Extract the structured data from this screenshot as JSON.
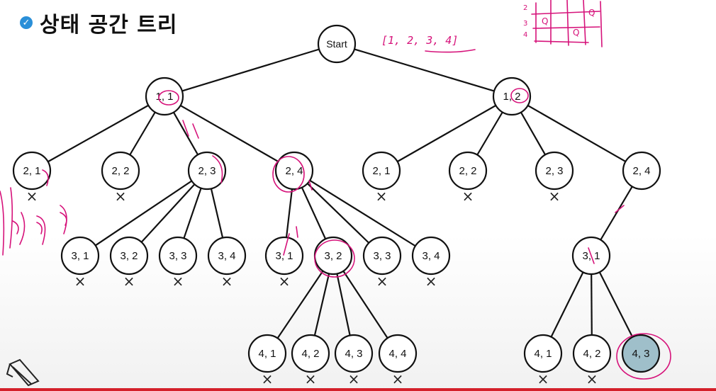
{
  "title": "상태 공간 트리",
  "colors": {
    "edge": "#111111",
    "node_fill": "#ffffff",
    "highlight_fill": "#9fbfca",
    "annotation": "#d6127a",
    "title_icon": "#2a8fd8"
  },
  "tree": {
    "nodes": [
      {
        "id": "root",
        "label": "Start"
      },
      {
        "id": "a1",
        "label": "1, 1"
      },
      {
        "id": "a2",
        "label": "1, 2"
      },
      {
        "id": "b1",
        "label": "2, 1",
        "pruned": true
      },
      {
        "id": "b2",
        "label": "2, 2",
        "pruned": true
      },
      {
        "id": "b3",
        "label": "2, 3"
      },
      {
        "id": "b4",
        "label": "2, 4"
      },
      {
        "id": "b5",
        "label": "2, 1",
        "pruned": true
      },
      {
        "id": "b6",
        "label": "2, 2",
        "pruned": true
      },
      {
        "id": "b7",
        "label": "2, 3",
        "pruned": true
      },
      {
        "id": "b8",
        "label": "2, 4"
      },
      {
        "id": "c1",
        "label": "3, 1",
        "pruned": true
      },
      {
        "id": "c2",
        "label": "3, 2",
        "pruned": true
      },
      {
        "id": "c3",
        "label": "3, 3",
        "pruned": true
      },
      {
        "id": "c4",
        "label": "3, 4",
        "pruned": true
      },
      {
        "id": "c5",
        "label": "3, 1",
        "pruned": true
      },
      {
        "id": "c6",
        "label": "3, 2"
      },
      {
        "id": "c7",
        "label": "3, 3",
        "pruned": true
      },
      {
        "id": "c8",
        "label": "3, 4",
        "pruned": true
      },
      {
        "id": "c9",
        "label": "3, 1"
      },
      {
        "id": "d1",
        "label": "4, 1",
        "pruned": true
      },
      {
        "id": "d2",
        "label": "4, 2",
        "pruned": true
      },
      {
        "id": "d3",
        "label": "4, 3",
        "pruned": true
      },
      {
        "id": "d4",
        "label": "4, 4",
        "pruned": true
      },
      {
        "id": "d5",
        "label": "4, 1",
        "pruned": true
      },
      {
        "id": "d6",
        "label": "4, 2",
        "pruned": true
      },
      {
        "id": "d7",
        "label": "4, 3",
        "highlight": true
      }
    ],
    "edges": [
      [
        "root",
        "a1"
      ],
      [
        "root",
        "a2"
      ],
      [
        "a1",
        "b1"
      ],
      [
        "a1",
        "b2"
      ],
      [
        "a1",
        "b3"
      ],
      [
        "a1",
        "b4"
      ],
      [
        "a2",
        "b5"
      ],
      [
        "a2",
        "b6"
      ],
      [
        "a2",
        "b7"
      ],
      [
        "a2",
        "b8"
      ],
      [
        "b3",
        "c1"
      ],
      [
        "b3",
        "c2"
      ],
      [
        "b3",
        "c3"
      ],
      [
        "b3",
        "c4"
      ],
      [
        "b4",
        "c5"
      ],
      [
        "b4",
        "c6"
      ],
      [
        "b4",
        "c7"
      ],
      [
        "b4",
        "c8"
      ],
      [
        "b8",
        "c9"
      ],
      [
        "c6",
        "d1"
      ],
      [
        "c6",
        "d2"
      ],
      [
        "c6",
        "d3"
      ],
      [
        "c6",
        "d4"
      ],
      [
        "c9",
        "d5"
      ],
      [
        "c9",
        "d6"
      ],
      [
        "c9",
        "d7"
      ]
    ],
    "prune_mark": "×"
  },
  "annotations": {
    "handwritten_note": "[1, 2, 3, 4]"
  }
}
